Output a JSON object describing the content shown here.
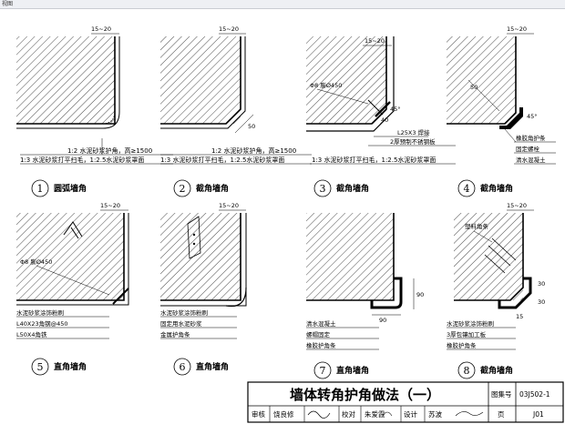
{
  "window": {
    "title": "视图"
  },
  "common": {
    "dim_top": "15~20",
    "dim_50": "50",
    "dim_40": "40",
    "dim_45deg": "45°",
    "dim_90": "90",
    "dim_30": "30",
    "dim_15": "15"
  },
  "details": [
    {
      "num": "1",
      "caption": "圆弧墙角",
      "labels": [
        "1:2 水泥砂浆护角，高≥1500",
        "1:3 水泥砂浆打平扫毛，1:2.5水泥砂浆罩面"
      ]
    },
    {
      "num": "2",
      "caption": "截角墙角",
      "labels": [
        "1:2 水泥砂浆护角，高≥1500",
        "1:3 水泥砂浆打平扫毛，1:2.5水泥砂浆罩面"
      ]
    },
    {
      "num": "3",
      "caption": "截角墙角",
      "labels": [
        "Φ8 膨Ø450",
        "L25X3 焊接",
        "2厚预制不锈钢板",
        "1:3 水泥砂浆打平扫毛，1:2.5水泥砂浆罩面"
      ]
    },
    {
      "num": "4",
      "caption": "截角墙角",
      "labels": [
        "橡胶角护条",
        "固定螺栓",
        "清水混凝土"
      ]
    },
    {
      "num": "5",
      "caption": "直角墙角",
      "labels": [
        "Φ8 膨Ø450",
        "水泥砂浆涂饰粉刷",
        "L40X23角钢@450",
        "L50X4角铁"
      ]
    },
    {
      "num": "6",
      "caption": "直角墙角",
      "labels": [
        "水泥砂浆涂饰粉刷",
        "固定用水泥砂浆",
        "金属护角条"
      ]
    },
    {
      "num": "7",
      "caption": "直角墙角",
      "labels": [
        "清水混凝土",
        "螺帽固定",
        "橡胶护角条"
      ]
    },
    {
      "num": "8",
      "caption": "截角墙角",
      "labels": [
        "塑料角条",
        "水泥砂浆涂饰粉刷",
        "3厚包镶加工板",
        "橡胶护角条"
      ]
    }
  ],
  "title_block": {
    "title": "墙体转角护角做法（一）",
    "atlas_label": "图集号",
    "atlas_value": "03J502-1",
    "row": [
      "审核",
      "饶良修",
      "校对",
      "朱爱霞",
      "设计",
      "苏波",
      "页",
      "J01"
    ]
  }
}
